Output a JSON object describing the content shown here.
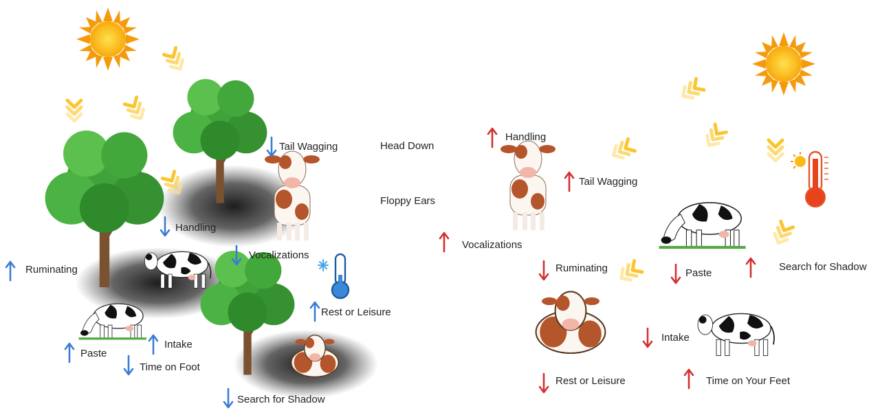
{
  "colors": {
    "decrease": "#3a7bd5",
    "increase": "#d32f2f",
    "sun_core": "#fdb813",
    "sun_rays": "#f59a0c",
    "chevron": "#fbc531",
    "tree_green": "#3fa33a",
    "tree_trunk": "#7a5230",
    "cow_brown": "#b4552b",
    "cow_black": "#111111",
    "shadow": "#1a1a1a"
  },
  "icons": {
    "sun": "sun-icon",
    "chevrons": "chevron-down-icon",
    "tree": "tree-icon",
    "cow": "cow-icon",
    "thermometer_cold": "thermometer-snowflake-icon",
    "thermometer_hot": "thermometer-sun-icon",
    "arrow_up": "arrow-up-icon",
    "arrow_down": "arrow-down-icon"
  },
  "left_panel": {
    "labels": [
      {
        "text": "Tail Wagging",
        "direction": "down"
      },
      {
        "text": "Handling",
        "direction": "down"
      },
      {
        "text": "Vocalizations",
        "direction": "down"
      },
      {
        "text": "Ruminating",
        "direction": "up"
      },
      {
        "text": "Rest or Leisure",
        "direction": "up"
      },
      {
        "text": "Intake",
        "direction": "up"
      },
      {
        "text": "Paste",
        "direction": "up"
      },
      {
        "text": "Time on Foot",
        "direction": "down"
      },
      {
        "text": "Search for Shadow",
        "direction": "down"
      }
    ]
  },
  "center": {
    "labels": [
      "Head Down",
      "Floppy Ears"
    ]
  },
  "right_panel": {
    "labels": [
      {
        "text": "Handling",
        "direction": "up"
      },
      {
        "text": "Tail Wagging",
        "direction": "up"
      },
      {
        "text": "Vocalizations",
        "direction": "up"
      },
      {
        "text": "Ruminating",
        "direction": "down"
      },
      {
        "text": "Paste",
        "direction": "down"
      },
      {
        "text": "Search for Shadow",
        "direction": "up"
      },
      {
        "text": "Intake",
        "direction": "down"
      },
      {
        "text": "Rest or Leisure",
        "direction": "down"
      },
      {
        "text": "Time on Your Feet",
        "direction": "up"
      }
    ]
  }
}
